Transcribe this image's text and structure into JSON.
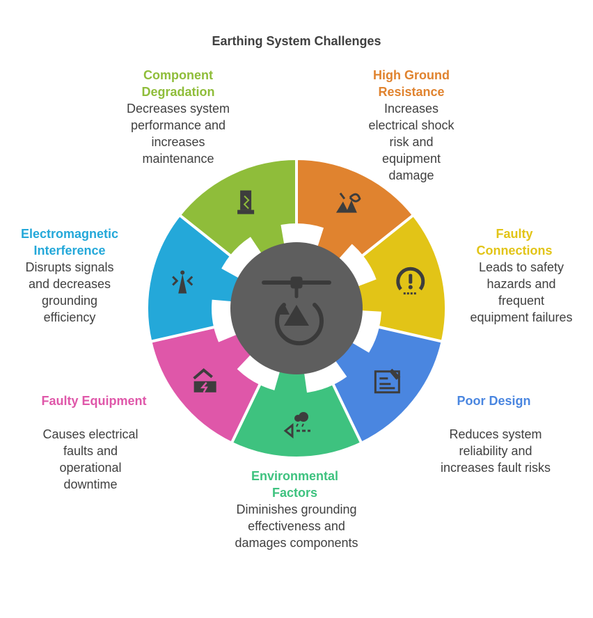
{
  "title": "Earthing System Challenges",
  "colors": {
    "center": "#5e5e5e",
    "center_icon": "#3a3a3a",
    "segment_icon": "#3d3d3d"
  },
  "segments": [
    {
      "title": "High Ground Resistance",
      "description": "Increases electrical shock risk and equipment damage",
      "color": "#e0832f",
      "icon": "broken-plant-icon"
    },
    {
      "title": "Faulty Connections",
      "description": "Leads to safety hazards and frequent equipment failures",
      "color": "#e2c417",
      "icon": "warning-gauge-icon"
    },
    {
      "title": "Poor Design",
      "description": "Reduces system reliability and increases fault risks",
      "color": "#4a86e0",
      "icon": "blueprint-icon"
    },
    {
      "title": "Environmental Factors",
      "description": "Diminishes grounding effectiveness and damages components",
      "color": "#3ec27f",
      "icon": "rain-cloud-icon"
    },
    {
      "title": "Faulty Equipment",
      "description": "Causes electrical faults and operational downtime",
      "color": "#df57a9",
      "icon": "damaged-house-icon"
    },
    {
      "title": "Electromagnetic Interference",
      "description": "Disrupts signals and decreases grounding efficiency",
      "color": "#24a8d9",
      "icon": "signal-tower-icon"
    },
    {
      "title": "Component Degradation",
      "description": "Decreases system performance and increases maintenance",
      "color": "#8fbd3a",
      "icon": "crumbling-pillar-icon"
    }
  ]
}
